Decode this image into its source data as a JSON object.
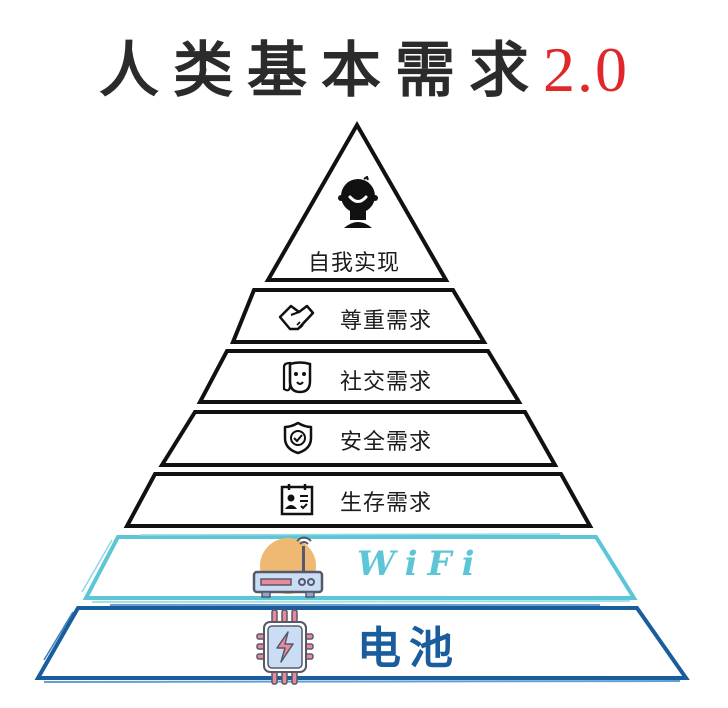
{
  "title": {
    "main": "人类基本需求",
    "version": "2.0"
  },
  "colors": {
    "title_text": "#2b2b2b",
    "version_accent": "#e0282c",
    "tier_outline": "#111111",
    "wifi_outline": "#5cc6d6",
    "battery_outline": "#1a5d9c",
    "router_circle": "#efb873",
    "router_body": "#cbdcf5",
    "chip_pins": "#e9899a"
  },
  "pyramid": {
    "tiers": [
      {
        "label": "自我实现",
        "icon": "person-head-icon"
      },
      {
        "label": "尊重需求",
        "icon": "handshake-icon"
      },
      {
        "label": "社交需求",
        "icon": "masks-icon"
      },
      {
        "label": "安全需求",
        "icon": "shield-check-icon"
      },
      {
        "label": "生存需求",
        "icon": "id-card-icon"
      }
    ],
    "foundation": [
      {
        "label": "WiFi",
        "icon": "router-icon"
      },
      {
        "label": "电池",
        "icon": "chip-bolt-icon"
      }
    ]
  }
}
